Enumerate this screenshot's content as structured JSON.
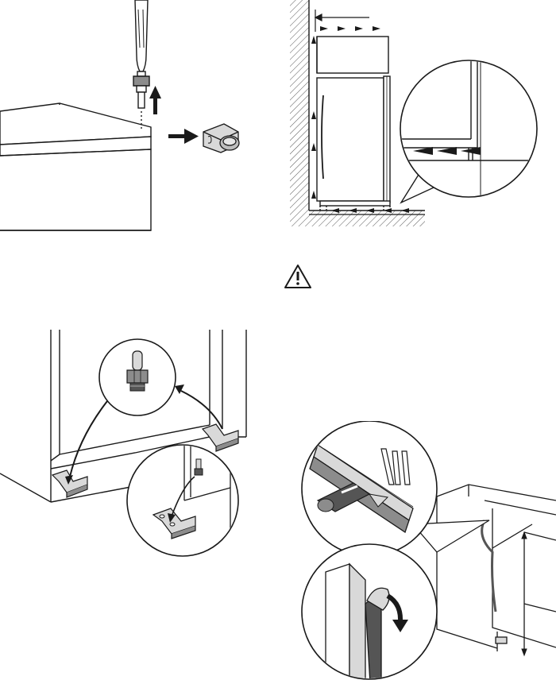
{
  "figures": [
    {
      "id": "screwdriver-hinge-cover",
      "icons": [
        "screwdriver-icon",
        "up-arrow-icon",
        "right-arrow-icon",
        "hinge-cover-icon"
      ]
    },
    {
      "id": "side-clearance",
      "icons": [
        "wall-hatch",
        "ventilation-arrows",
        "magnifier-callout"
      ]
    },
    {
      "id": "bottom-hinge-pin",
      "icons": [
        "hinge-pin-icon",
        "curved-arrow-icon",
        "hinge-bracket-icon"
      ]
    },
    {
      "id": "warning",
      "icons": [
        "warning-triangle-icon"
      ]
    },
    {
      "id": "sealing-strip",
      "icons": [
        "cutter-knife-icon",
        "ruler-icon",
        "peel-arrow-icon",
        "appliance-cabinet-icon"
      ]
    }
  ],
  "colors": {
    "line": "#1a1a1a",
    "fill_gray": "#8c8c8c",
    "light_gray": "#d9d9d9",
    "hatch": "#555555",
    "background": "#ffffff"
  }
}
